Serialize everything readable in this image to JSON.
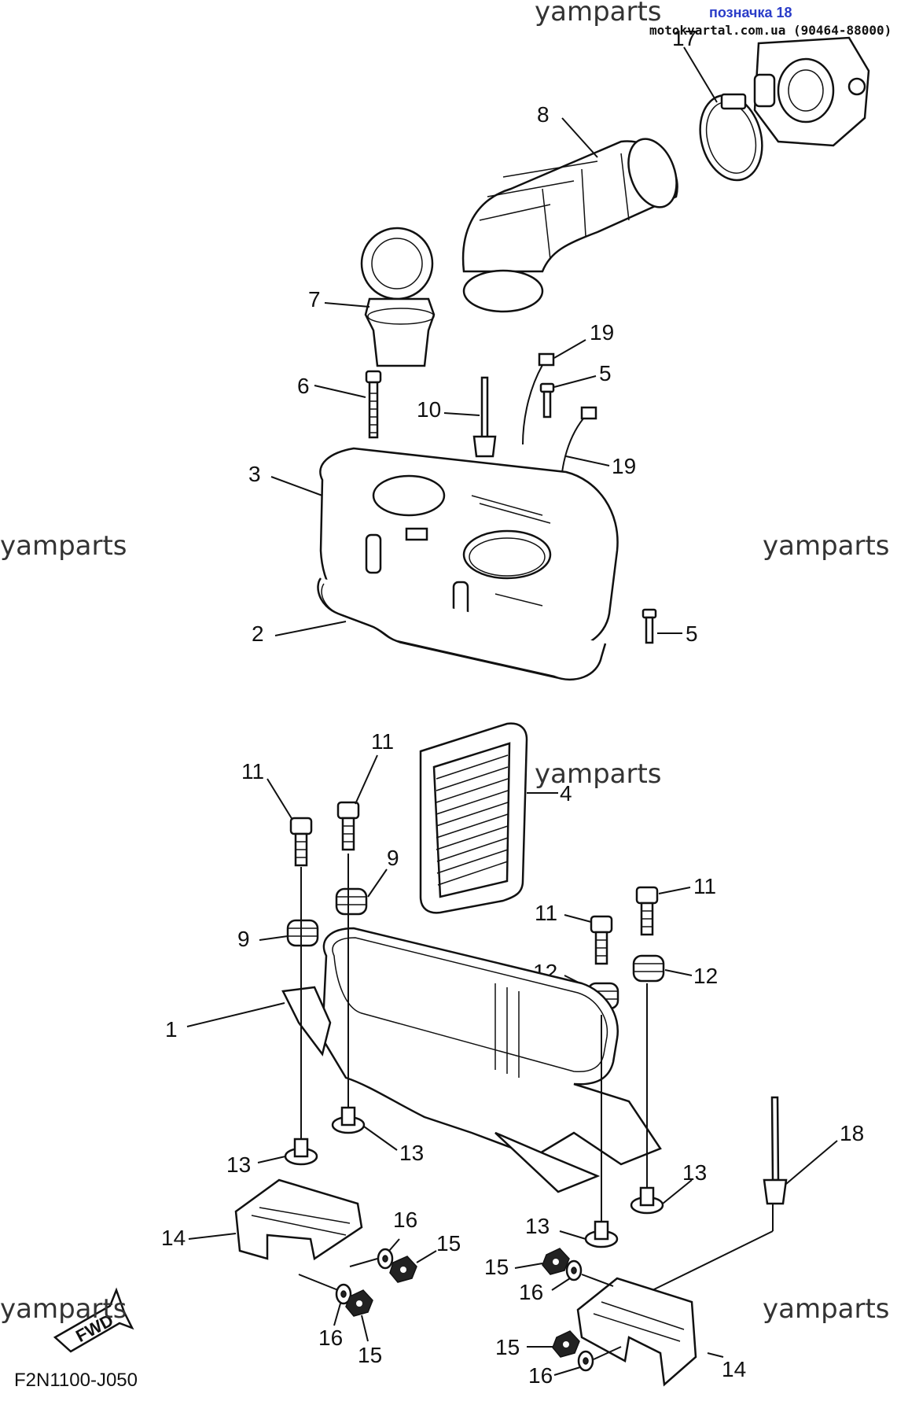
{
  "header": {
    "watermark_top": "yamparts",
    "label": "позначка 18",
    "site": "motokvartal.com.ua (90464-88000)"
  },
  "watermarks": [
    "yamparts",
    "yamparts",
    "yamparts",
    "yamparts",
    "yamparts"
  ],
  "footer": {
    "reference": "F2N1100-J050",
    "fwd": "FWD"
  },
  "callouts": {
    "p17": "17",
    "p8": "8",
    "p7": "7",
    "p6": "6",
    "p10": "10",
    "p19a": "19",
    "p5a": "5",
    "p19b": "19",
    "p3": "3",
    "p2": "2",
    "p5b": "5",
    "p11a": "11",
    "p11b": "11",
    "p4": "4",
    "p9a": "9",
    "p9b": "9",
    "p11c": "11",
    "p11d": "11",
    "p12a": "12",
    "p12b": "12",
    "p1": "1",
    "p13a": "13",
    "p13b": "13",
    "p13c": "13",
    "p13d": "13",
    "p18": "18",
    "p14a": "14",
    "p14b": "14",
    "p16a": "16",
    "p15a": "15",
    "p16b": "16",
    "p15b": "15",
    "p15c": "15",
    "p16c": "16",
    "p15d": "15",
    "p16d": "16"
  }
}
